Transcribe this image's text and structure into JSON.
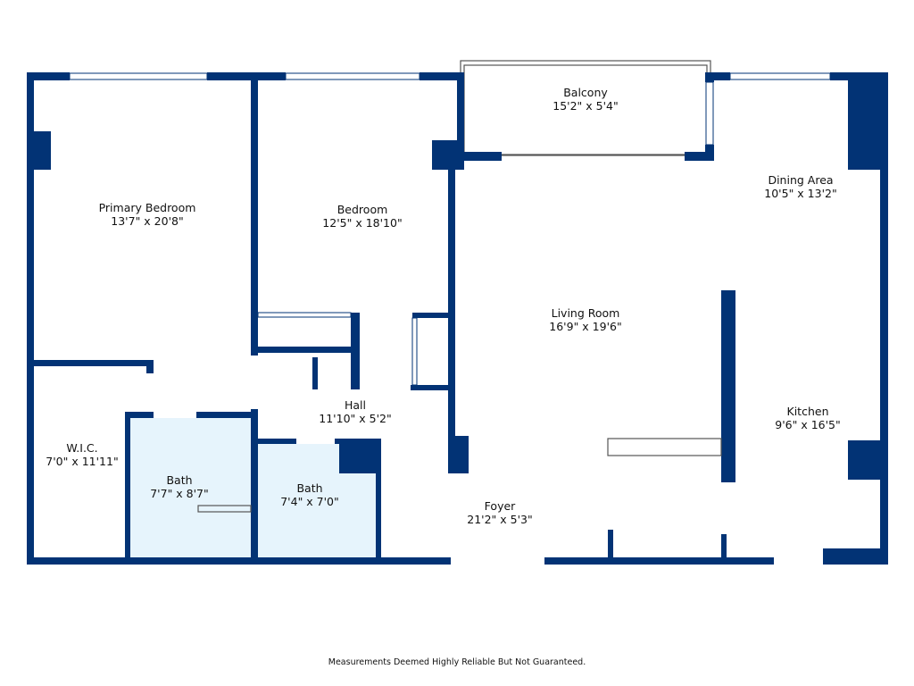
{
  "colors": {
    "wall": "#023375",
    "bath_fill": "#e6f4fc"
  },
  "rooms": [
    {
      "name": "Primary Bedroom",
      "size": "13'7\" x 20'8\""
    },
    {
      "name": "Bedroom",
      "size": "12'5\" x 18'10\""
    },
    {
      "name": "Balcony",
      "size": "15'2\" x 5'4\""
    },
    {
      "name": "Dining Area",
      "size": "10'5\" x 13'2\""
    },
    {
      "name": "Living Room",
      "size": "16'9\" x 19'6\""
    },
    {
      "name": "Hall",
      "size": "11'10\" x 5'2\""
    },
    {
      "name": "Kitchen",
      "size": "9'6\" x 16'5\""
    },
    {
      "name": "W.I.C.",
      "size": "7'0\" x 11'11\""
    },
    {
      "name": "Bath",
      "size": "7'7\" x 8'7\""
    },
    {
      "name": "Bath",
      "size": "7'4\" x 7'0\""
    },
    {
      "name": "Foyer",
      "size": "21'2\" x 5'3\""
    }
  ],
  "footer": "Measurements Deemed Highly Reliable But Not Guaranteed."
}
